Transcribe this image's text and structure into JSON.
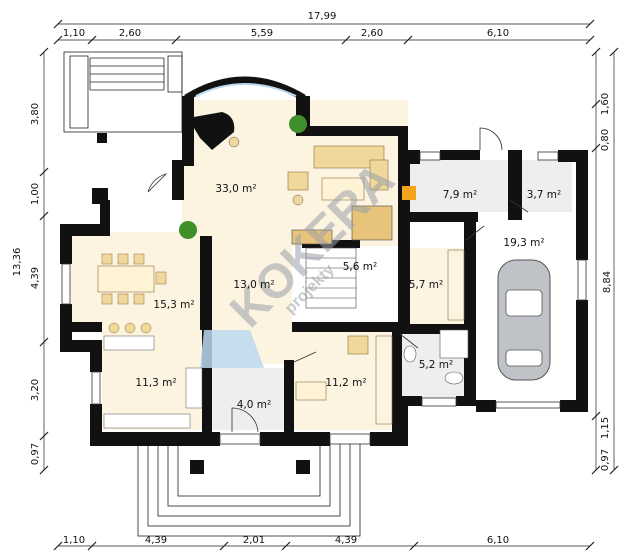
{
  "dimensions": {
    "top_total": "17,99",
    "top": [
      "1,10",
      "2,60",
      "5,59",
      "2,60",
      "6,10"
    ],
    "bottom": [
      "1,10",
      "4,39",
      "2,01",
      "4,39",
      "6,10"
    ],
    "left_total": "13,36",
    "left": [
      "3,80",
      "1,00",
      "4,39",
      "3,20",
      "0,97"
    ],
    "right_total": "8,84",
    "right": [
      "1,60",
      "0,80",
      "1,15",
      "0,97"
    ]
  },
  "rooms": [
    {
      "id": "salon",
      "area": "33,0 m²"
    },
    {
      "id": "hall",
      "area": "13,0 m²"
    },
    {
      "id": "pantry",
      "area": "5,6 m²"
    },
    {
      "id": "dining",
      "area": "15,3 m²"
    },
    {
      "id": "kitchen",
      "area": "11,3 m²"
    },
    {
      "id": "vestibule",
      "area": "4,0 m²"
    },
    {
      "id": "office",
      "area": "11,2 m²"
    },
    {
      "id": "boiler",
      "area": "7,9 m²"
    },
    {
      "id": "storage",
      "area": "3,7 m²"
    },
    {
      "id": "corridor",
      "area": "5,7 m²"
    },
    {
      "id": "bathroom",
      "area": "5,2 m²"
    },
    {
      "id": "garage",
      "area": "19,3 m²"
    }
  ],
  "watermark": {
    "main": "KOKERA",
    "sub": "projekty"
  },
  "colors": {
    "wall": "#111111",
    "floor": "#fdf3e1",
    "tile": "#eeeeee",
    "garage": "#ffffff",
    "accent_blue": "#bcd8ee"
  }
}
